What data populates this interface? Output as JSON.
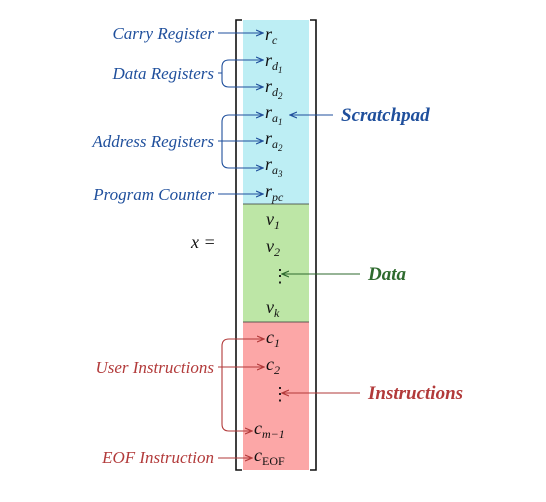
{
  "colors": {
    "registers": "#bdeef4",
    "data": "#bde6a6",
    "instructions": "#fca7a7",
    "blue": "#1f4f9c",
    "green": "#2e6a2e",
    "red": "#b23a3a"
  },
  "equation": {
    "lhs": "x ="
  },
  "cells": {
    "rc": {
      "base": "r",
      "sub": "c"
    },
    "rd1": {
      "base": "r",
      "sub": "d",
      "subsub": "1"
    },
    "rd2": {
      "base": "r",
      "sub": "d",
      "subsub": "2"
    },
    "ra1": {
      "base": "r",
      "sub": "a",
      "subsub": "1"
    },
    "ra2": {
      "base": "r",
      "sub": "a",
      "subsub": "2"
    },
    "ra3": {
      "base": "r",
      "sub": "a",
      "subsub": "3"
    },
    "rpc": {
      "base": "r",
      "sub": "pc"
    },
    "v1": {
      "base": "v",
      "sub": "1"
    },
    "v2": {
      "base": "v",
      "sub": "2"
    },
    "vdots": {
      "text": "⋮"
    },
    "vk": {
      "base": "v",
      "sub": "k"
    },
    "c1": {
      "base": "c",
      "sub": "1"
    },
    "c2": {
      "base": "c",
      "sub": "2"
    },
    "cdots": {
      "text": "⋮"
    },
    "cm1": {
      "base": "c",
      "sub": "m−1"
    },
    "ceof": {
      "base": "c",
      "sub": "EOF"
    }
  },
  "labels": {
    "carry_register": "Carry Register",
    "data_registers": "Data Registers",
    "address_registers": "Address Registers",
    "program_counter": "Program Counter",
    "user_instructions": "User Instructions",
    "eof_instruction": "EOF Instruction"
  },
  "sections": {
    "scratchpad": "Scratchpad",
    "data": "Data",
    "instructions": "Instructions"
  }
}
